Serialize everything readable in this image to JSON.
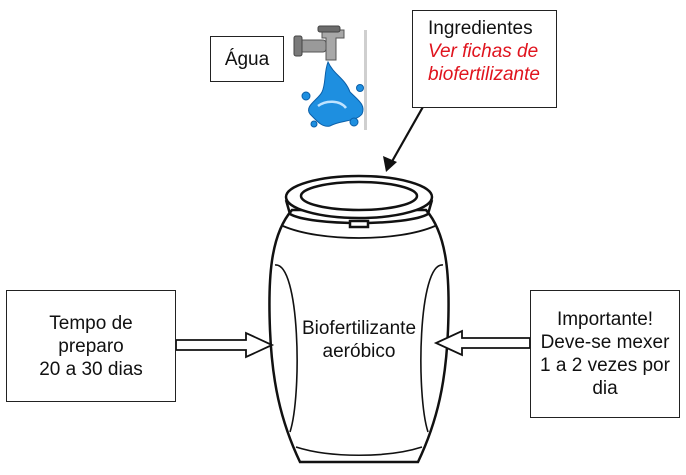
{
  "water_box": {
    "label": "Água"
  },
  "ingredients_box": {
    "title": "Ingredientes",
    "note_line1": "Ver fichas de",
    "note_line2": "biofertilizante"
  },
  "time_box": {
    "line1": "Tempo de",
    "line2": "preparo",
    "line3": "20 a 30 dias"
  },
  "barrel": {
    "line1": "Biofertilizante",
    "line2": "aeróbico"
  },
  "important_box": {
    "line1": "Importante!",
    "line2": "Deve-se mexer",
    "line3": "1 a 2 vezes por",
    "line4": "dia"
  },
  "colors": {
    "note": "#e0141e",
    "water": "#1e8fe0",
    "tap": "#8a8a8a"
  }
}
